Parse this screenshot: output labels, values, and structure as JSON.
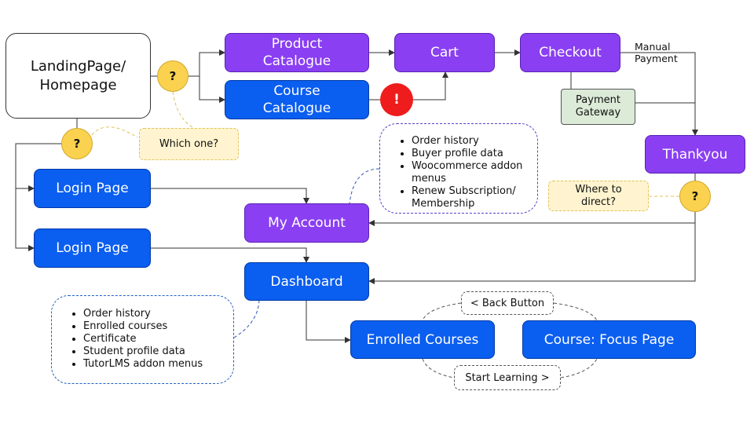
{
  "nodes": {
    "landing": "LandingPage/ Homepage",
    "product_catalogue": "Product Catalogue",
    "course_catalogue": "Course Catalogue",
    "cart": "Cart",
    "checkout": "Checkout",
    "payment_gateway": "Payment Gateway",
    "thankyou": "Thankyou",
    "login_page_1": "Login Page",
    "login_page_2": "Login Page",
    "my_account": "My Account",
    "dashboard": "Dashboard",
    "enrolled_courses": "Enrolled Courses",
    "course_focus": "Course: Focus Page"
  },
  "markers": {
    "question": "?",
    "alert": "!"
  },
  "notes": {
    "which_one": "Which one?",
    "where_to_direct": "Where to direct?",
    "manual_payment": "Manual Payment",
    "back_button": "< Back Button",
    "start_learning": "Start Learning >"
  },
  "my_account_list": [
    "Order history",
    "Buyer profile data",
    "Woocommerce addon menus",
    "Renew Subscription/ Membership"
  ],
  "dashboard_list": [
    "Order history",
    "Enrolled courses",
    "Certificate",
    "Student profile data",
    "TutorLMS addon menus"
  ],
  "colors": {
    "purple": "#8a3ff2",
    "blue": "#0a5ef0",
    "question_yellow": "#fbd24f",
    "alert_red": "#ee1c1c",
    "gateway_green": "#dcead8",
    "note_yellow": "#fff4cf"
  }
}
